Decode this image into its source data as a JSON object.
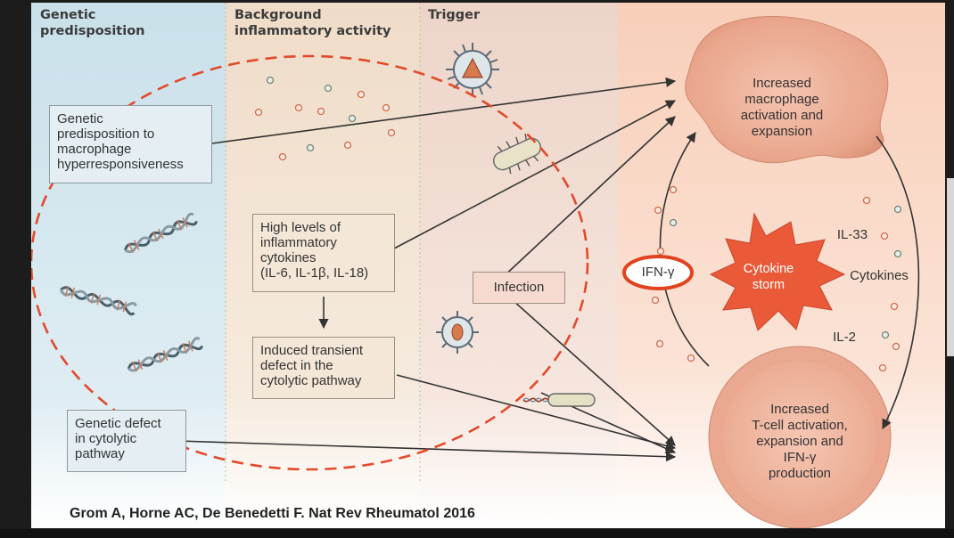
{
  "columns": {
    "genetic": "Genetic\npredisposition",
    "background": "Background\ninflammatory activity",
    "trigger": "Trigger"
  },
  "boxes": {
    "genetic_predisposition": "Genetic\npredisposition to\nmacrophage\nhyperresponsiveness",
    "genetic_defect": "Genetic defect\nin cytolytic\npathway",
    "high_levels": "High levels of\ninflammatory\ncytokines\n(IL-6, IL-1β, IL-18)",
    "induced_defect": "Induced transient\ndefect in the\ncytolytic pathway",
    "infection": "Infection"
  },
  "cells": {
    "macrophage": "Increased\nmacrophage\nactivation and\nexpansion",
    "tcell": "Increased\nT-cell activation,\nexpansion and\nIFN-γ\nproduction",
    "storm": "Cytokine\nstorm"
  },
  "cytokine_labels": {
    "ifn": "IFN-γ",
    "il33": "IL-33",
    "il2": "IL-2",
    "cytokines": "Cytokines"
  },
  "citation": "Grom A, Horne AC, De Benedetti F. Nat Rev Rheumatol 2016",
  "colors": {
    "genetic_panel": "#cfe3ec",
    "background_panel": "#f3e4d3",
    "trigger_panel": "#f0ddd4",
    "right_panel": "#fbe1d2",
    "highlight_ellipse": "#e24a2b",
    "storm": "#ea5a38",
    "cell_fill": "#f1b9a4"
  },
  "icons": [
    "virus-icon",
    "bacterium-icon",
    "dna-helix-icon",
    "virus-icon",
    "bacillus-icon"
  ]
}
